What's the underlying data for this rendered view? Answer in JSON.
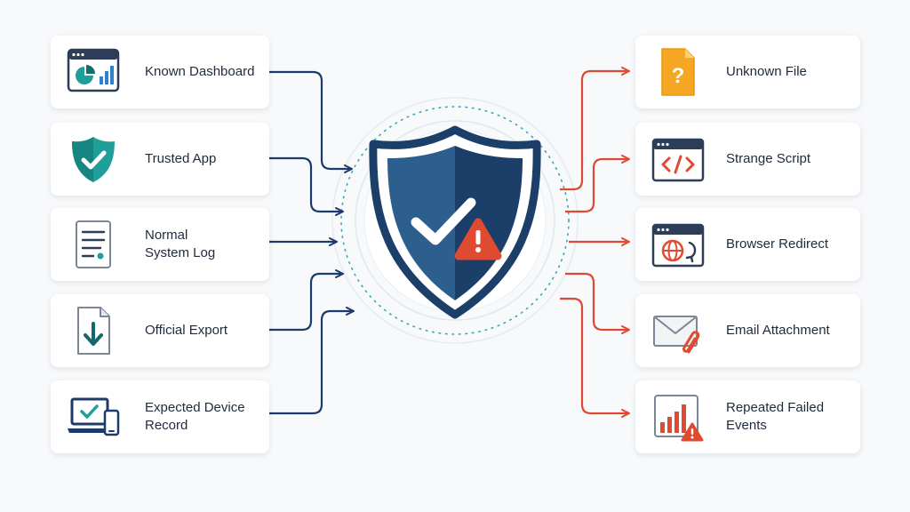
{
  "inputs": [
    {
      "label": "Known Dashboard",
      "icon": "dashboard-chart-icon"
    },
    {
      "label": "Trusted App",
      "icon": "shield-check-icon"
    },
    {
      "label": "Normal\nSystem Log",
      "icon": "document-log-icon"
    },
    {
      "label": "Official Export",
      "icon": "download-file-icon"
    },
    {
      "label": "Expected Device\nRecord",
      "icon": "laptop-phone-icon"
    }
  ],
  "outputs": [
    {
      "label": "Unknown File",
      "icon": "unknown-file-icon"
    },
    {
      "label": "Strange Script",
      "icon": "code-window-icon"
    },
    {
      "label": "Browser Redirect",
      "icon": "globe-redirect-icon"
    },
    {
      "label": "Email Attachment",
      "icon": "envelope-paperclip-icon"
    },
    {
      "label": "Repeated Failed\nEvents",
      "icon": "bar-chart-warning-icon"
    }
  ],
  "hub": {
    "icon": "shield-check-warning-icon"
  },
  "colors": {
    "trusted_arrow": "#1d3a6b",
    "suspicious_arrow": "#dc4a33",
    "shield_dark": "#1b3f68",
    "shield_light": "#2d5f8e",
    "teal": "#1f9e9a",
    "warning": "#e04a30",
    "orange": "#f5a623"
  }
}
